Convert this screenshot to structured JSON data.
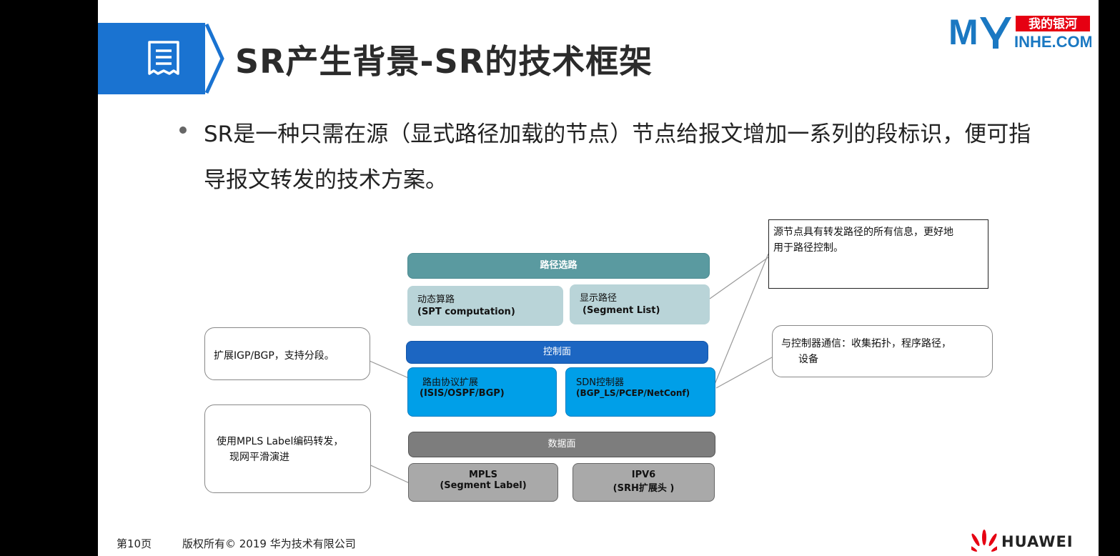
{
  "header": {
    "title": "SR产生背景-SR的技术框架",
    "logo_text_cn": "我的银河",
    "logo_text_en": "INHE.COM"
  },
  "bullet": {
    "text": "SR是一种只需在源（显式路径加载的节点）节点给报文增加一系列的段标识，便可指导报文转发的技术方案。"
  },
  "diagram": {
    "path_selection": "路径选路",
    "dynamic_calc_line1": "动态算路",
    "dynamic_calc_line2": "(SPT computation)",
    "explicit_path_line1": "显示路径",
    "explicit_path_line2": "(Segment List)",
    "control_plane": "控制面",
    "routing_ext_line1": "路由协议扩展",
    "routing_ext_line2": "(ISIS/OSPF/BGP)",
    "sdn_line1": "SDN控制器",
    "sdn_line2": "(BGP_LS/PCEP/NetConf)",
    "data_plane": "数据面",
    "mpls_line1": "MPLS",
    "mpls_line2": "(Segment Label)",
    "ipv6_line1": "IPV6",
    "ipv6_line2": "(SRH扩展头 )",
    "callout_igp": "扩展IGP/BGP，支持分段。",
    "callout_mpls_line1": "使用MPLS Label编码转发，",
    "callout_mpls_line2": "现网平滑演进",
    "callout_controller_line1": "与控制器通信：收集拓扑，程序路径，",
    "callout_controller_line2": "设备",
    "note_source_line1": "源节点具有转发路径的所有信息，更好地",
    "note_source_line2": "用于路径控制。"
  },
  "footer": {
    "page": "第10页",
    "copyright": "版权所有© 2019 华为技术有限公司",
    "brand": "HUAWEI"
  },
  "colors": {
    "band_blue": "#1a73d1",
    "teal": "#5a9aa0",
    "pale_teal": "#b9d4d8",
    "navy": "#1c66c2",
    "sky": "#009fe8",
    "dark_gray": "#7d7d7d",
    "light_gray": "#a9a9a9",
    "huawei_red": "#e60012",
    "logo_blue": "#1a78c2"
  }
}
